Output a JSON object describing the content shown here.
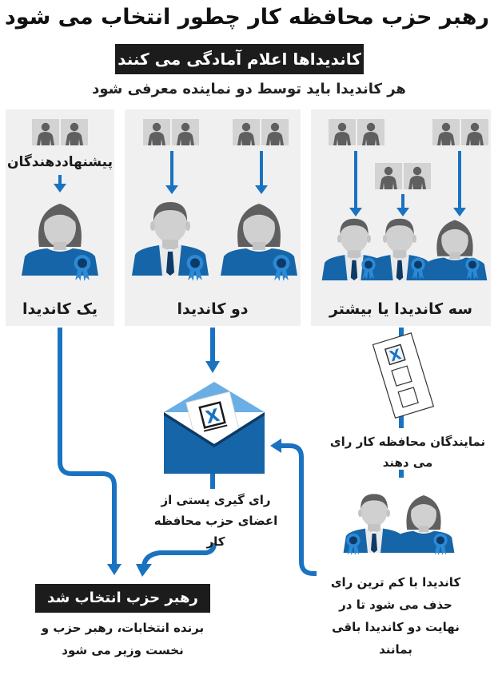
{
  "title": "رهبر حزب محافظه کار چطور انتخاب می شود",
  "header_box": "کاندیداها اعلام آمادگی می کنند",
  "subtitle": "هر کاندیدا باید توسط دو نماینده معرفی شود",
  "panels": [
    {
      "id": "one",
      "label": "یک کاندیدا",
      "proposers_label": "پیشنهاددهندگان",
      "candidates": [
        "woman"
      ]
    },
    {
      "id": "two",
      "label": "دو کاندیدا",
      "candidates": [
        "man",
        "woman"
      ]
    },
    {
      "id": "three",
      "label": "سه کاندیدا یا بیشتر",
      "candidates": [
        "man",
        "man",
        "woman"
      ]
    }
  ],
  "steps": {
    "mps_vote": "نمایندگان محافظه کار رای می دهند",
    "postal_vote": "رای گیری پستی از اعضای حزب محافظه کار",
    "elimination": "کاندیدا با کم ترین رای حذف می شود تا در نهایت دو کاندیدا باقی بمانند",
    "elected_box": "رهبر حزب انتخاب شد",
    "elected_desc": "برنده انتخابات، رهبر حزب و نخست وزیر می شود"
  },
  "ballot": {
    "mark": "X",
    "boxes": 3
  },
  "colors": {
    "accent_blue": "#1a73c0",
    "suit_blue": "#1565a8",
    "dark_blue": "#0d3a66",
    "panel_bg": "#f0f0f1",
    "label_bg": "#1c1c1c",
    "icon_gray": "#5f5f60",
    "tile_gray": "#d3d3d4"
  }
}
